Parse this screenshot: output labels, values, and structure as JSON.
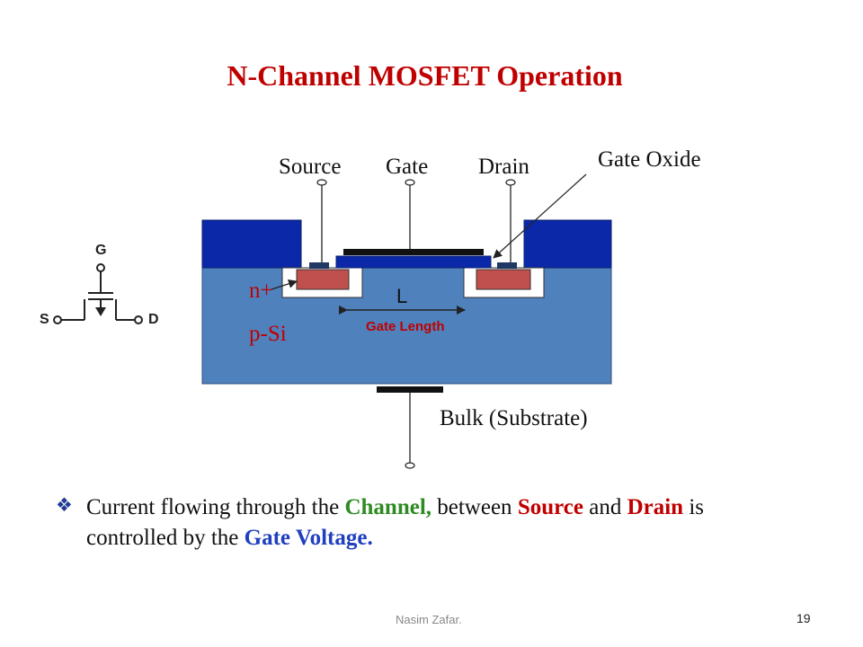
{
  "title": "N-Channel MOSFET Operation",
  "diagram": {
    "source": "Source",
    "gate": "Gate",
    "drain": "Drain",
    "gate_oxide": "Gate Oxide",
    "n_plus": "n+",
    "p_si": "p-Si",
    "length_symbol": "L",
    "gate_length": "Gate Length",
    "bulk": "Bulk (Substrate)",
    "colors": {
      "substrate": "#4f81bd",
      "insulator": "#0a28a8",
      "doped": "#c0504d",
      "contact": "#1f3864",
      "label_red": "#c00000"
    }
  },
  "symbol": {
    "g": "G",
    "s": "S",
    "d": "D"
  },
  "bullet": {
    "p1": "Current flowing through the ",
    "channel": "Channel,",
    "p2": " between ",
    "source": "Source",
    "p3": " and ",
    "drain": "Drain",
    "p4": " is controlled by the ",
    "gate_voltage": "Gate Voltage."
  },
  "footer": {
    "author": "Nasim Zafar.",
    "page": "19"
  }
}
